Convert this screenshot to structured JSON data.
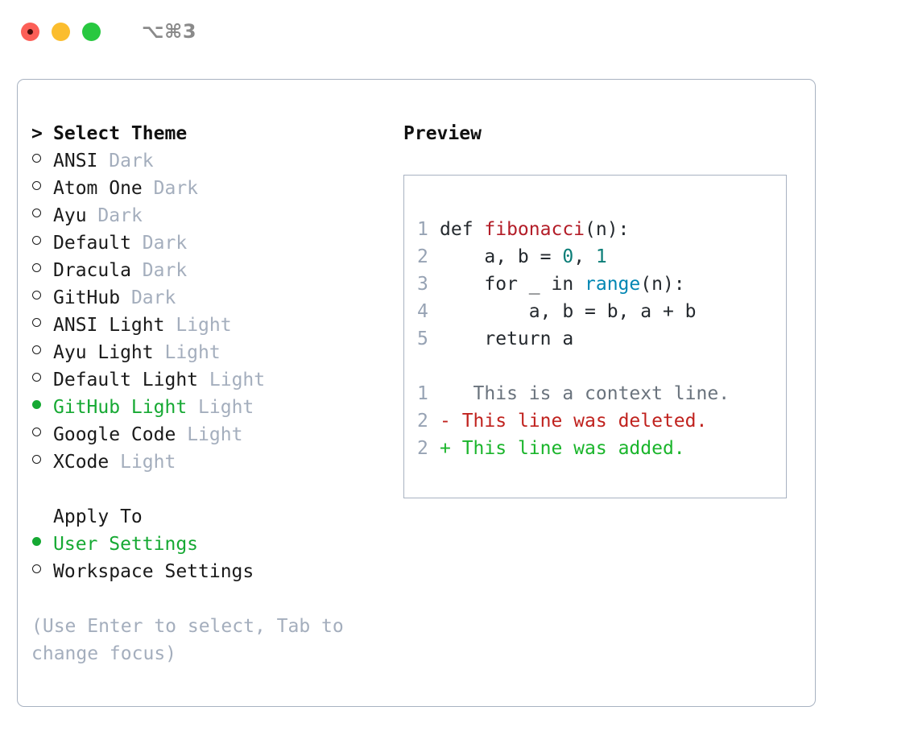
{
  "titlebar": {
    "shortcut": "⌥⌘3",
    "lights": [
      "close-light",
      "minimize-light",
      "zoom-light"
    ]
  },
  "theme_panel": {
    "header": {
      "marker": ">",
      "label": "Select Theme"
    },
    "items": [
      {
        "bullet": "○",
        "label": "ANSI",
        "suffix": "Dark",
        "selected": false
      },
      {
        "bullet": "○",
        "label": "Atom One",
        "suffix": "Dark",
        "selected": false
      },
      {
        "bullet": "○",
        "label": "Ayu",
        "suffix": "Dark",
        "selected": false
      },
      {
        "bullet": "○",
        "label": "Default",
        "suffix": "Dark",
        "selected": false
      },
      {
        "bullet": "○",
        "label": "Dracula",
        "suffix": "Dark",
        "selected": false
      },
      {
        "bullet": "○",
        "label": "GitHub",
        "suffix": "Dark",
        "selected": false
      },
      {
        "bullet": "○",
        "label": "ANSI Light",
        "suffix": "Light",
        "selected": false
      },
      {
        "bullet": "○",
        "label": "Ayu Light",
        "suffix": "Light",
        "selected": false
      },
      {
        "bullet": "○",
        "label": "Default Light",
        "suffix": "Light",
        "selected": false
      },
      {
        "bullet": "●",
        "label": "GitHub Light",
        "suffix": "Light",
        "selected": true
      },
      {
        "bullet": "○",
        "label": "Google Code",
        "suffix": "Light",
        "selected": false
      },
      {
        "bullet": "○",
        "label": "XCode",
        "suffix": "Light",
        "selected": false
      }
    ]
  },
  "apply_to": {
    "header": "Apply To",
    "items": [
      {
        "bullet": "●",
        "label": "User Settings",
        "selected": true
      },
      {
        "bullet": "○",
        "label": "Workspace Settings",
        "selected": false
      }
    ]
  },
  "hint": "(Use Enter to select, Tab to change focus)",
  "preview": {
    "title": "Preview",
    "code_lines": [
      {
        "no": "1",
        "segments": [
          {
            "text": "def ",
            "tok": "plain"
          },
          {
            "text": "fibonacci",
            "tok": "fn"
          },
          {
            "text": "(n):",
            "tok": "plain"
          }
        ]
      },
      {
        "no": "2",
        "segments": [
          {
            "text": "    a, b = ",
            "tok": "plain"
          },
          {
            "text": "0",
            "tok": "num"
          },
          {
            "text": ", ",
            "tok": "plain"
          },
          {
            "text": "1",
            "tok": "num"
          }
        ]
      },
      {
        "no": "3",
        "segments": [
          {
            "text": "    for _ in ",
            "tok": "plain"
          },
          {
            "text": "range",
            "tok": "call"
          },
          {
            "text": "(n):",
            "tok": "plain"
          }
        ]
      },
      {
        "no": "4",
        "segments": [
          {
            "text": "        a, b = b, a + b",
            "tok": "plain"
          }
        ]
      },
      {
        "no": "5",
        "segments": [
          {
            "text": "    return a",
            "tok": "plain"
          }
        ]
      }
    ],
    "diff_lines": [
      {
        "no": "1",
        "mark": " ",
        "text": "  This is a context line.",
        "kind": "ctx"
      },
      {
        "no": "2",
        "mark": "-",
        "text": " This line was deleted.",
        "kind": "del"
      },
      {
        "no": "2",
        "mark": "+",
        "text": " This line was added.",
        "kind": "add"
      }
    ]
  },
  "colors": {
    "accent_green": "#16a933",
    "muted": "#a4aebd",
    "border": "#a8b2c1",
    "fn_red": "#b31d28",
    "num_teal": "#0a7d77",
    "call_blue": "#0086b3",
    "diff_del": "#c0221e",
    "diff_add": "#1ab52b",
    "diff_ctx": "#6a737d",
    "lineno": "#97a3b4"
  }
}
